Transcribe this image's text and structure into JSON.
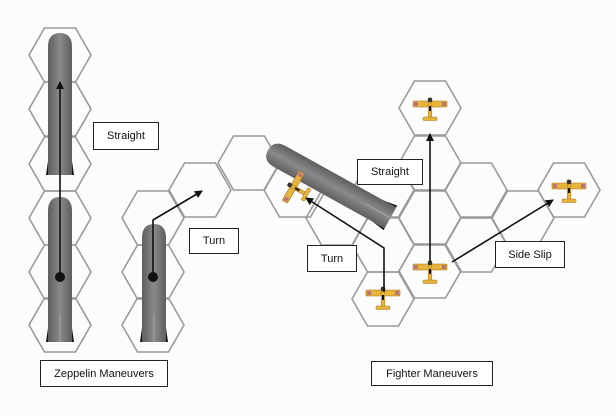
{
  "zeppelin": {
    "title": "Zeppelin Maneuvers",
    "straight_label": "Straight",
    "turn_label": "Turn"
  },
  "fighter": {
    "title": "Fighter Maneuvers",
    "straight_label": "Straight",
    "turn_label": "Turn",
    "side_slip_label": "Side Slip"
  },
  "colors": {
    "hex_stroke": "#9a9a9a",
    "zeppelin_body": "#7c7c7c",
    "plane_body": "#e9b43a",
    "arrow": "#111111"
  }
}
